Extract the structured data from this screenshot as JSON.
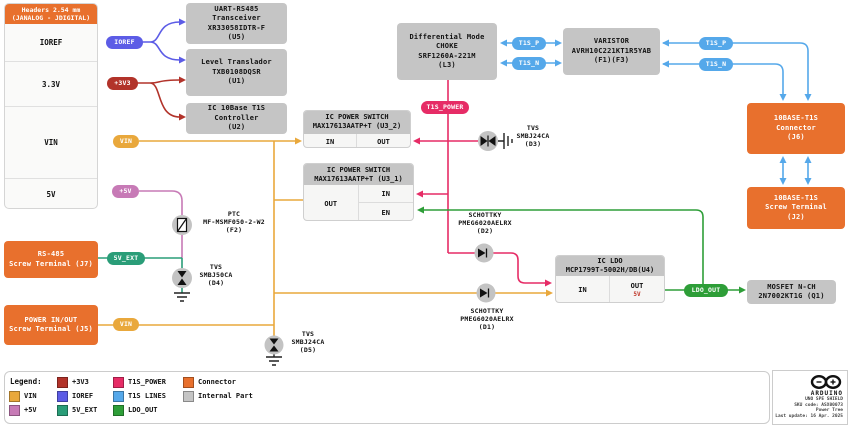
{
  "colors": {
    "connector_orange": "#E8702D",
    "internal_gray": "#C5C5C5",
    "p3v3": "#B2332A",
    "vin": "#E9A83C",
    "p5v": "#C77AB6",
    "ioref": "#5C5CE6",
    "sv_ext": "#2A9D78",
    "t1s_power": "#E62C66",
    "t1s_lines": "#55A8EA",
    "ldo_out": "#2E9E38"
  },
  "headers_block": {
    "title_line1": "Headers 2.54 mm",
    "title_line2": "(JANALOG - JDIGITAL)",
    "rows": [
      "IOREF",
      "3.3V",
      "VIN",
      "5V"
    ]
  },
  "connectors": {
    "j7": {
      "l1": "RS-485",
      "l2": "Screw Terminal (J7)"
    },
    "j5": {
      "l1": "POWER IN/OUT",
      "l2": "Screw Terminal (J5)"
    },
    "j6": {
      "l1": "10BASE-T1S",
      "l2": "Connector",
      "l3": "(J6)"
    },
    "j2": {
      "l1": "10BASE-T1S",
      "l2": "Screw Terminal",
      "l3": "(J2)"
    }
  },
  "parts": {
    "u5": {
      "l1": "UART-RS485",
      "l2": "Transceiver",
      "l3": "XR33058IDTR-F",
      "l4": "(U5)"
    },
    "u1": {
      "l1": "Level Translador",
      "l2": "TXB0108DQSR",
      "l3": "(U1)"
    },
    "u2": {
      "l1": "IC 10Base T1S",
      "l2": "Controller",
      "l3": "(U2)"
    },
    "l3": {
      "l1": "Differential Mode",
      "l2": "CHOKE",
      "l3": "SRF1260A-221M",
      "l4": "(L3)"
    },
    "varistor": {
      "l1": "VARISTOR",
      "l2": "AVRH10C221KT1R5YAB",
      "l3": "(F1)(F3)"
    },
    "q1": {
      "l1": "MOSFET N-CH",
      "l2": "2N7002KT1G (Q1)"
    },
    "u3_2": {
      "t1": "IC POWER SWITCH",
      "t2": "MAX17613AATP+T (U3_2)",
      "in": "IN",
      "out": "OUT"
    },
    "u3_1": {
      "t1": "IC POWER SWITCH",
      "t2": "MAX17613AATP+T (U3_1)",
      "out": "OUT",
      "in": "IN",
      "en": "EN"
    },
    "u4": {
      "t1": "IC LDO",
      "t2": "MCP1799T-5002H/DB(U4)",
      "in": "IN",
      "out": "OUT",
      "out_v": "5V"
    }
  },
  "components": {
    "f2": {
      "l1": "PTC",
      "l2": "MF-MSMF050-2-W2",
      "l3": "(F2)"
    },
    "d4": {
      "l1": "TVS",
      "l2": "SMBJ50CA",
      "l3": "(D4)"
    },
    "d5": {
      "l1": "TVS",
      "l2": "SMBJ24CA",
      "l3": "(D5)"
    },
    "d3": {
      "l1": "TVS",
      "l2": "SMBJ24CA",
      "l3": "(D3)"
    },
    "d2": {
      "l1": "SCHOTTKY",
      "l2": "PMEG6020AELRX",
      "l3": "(D2)"
    },
    "d1": {
      "l1": "SCHOTTKY",
      "l2": "PMEG6020AELRX",
      "l3": "(D1)"
    }
  },
  "pills": {
    "ioref": "IOREF",
    "p3v3": "+3V3",
    "vin_headers": "VIN",
    "p5v": "+5V",
    "sv_ext": "5V_EXT",
    "vin_j5": "VIN",
    "t1s_power": "T1S_POWER",
    "t1s_p_left": "T1S_P",
    "t1s_n_left": "T1S_N",
    "t1s_p_right": "T1S_P",
    "t1s_n_right": "T1S_N",
    "ldo_out": "LDO_OUT"
  },
  "legend": {
    "title": "Legend:",
    "items": [
      {
        "label": "+3V3",
        "color": "#B2332A"
      },
      {
        "label": "T1S_POWER",
        "color": "#E62C66"
      },
      {
        "label": "Connector",
        "color": "#E8702D"
      },
      {
        "label": "VIN",
        "color": "#E9A83C"
      },
      {
        "label": "IOREF",
        "color": "#5C5CE6"
      },
      {
        "label": "T1S LINES",
        "color": "#55A8EA"
      },
      {
        "label": "Internal Part",
        "color": "#C5C5C5"
      },
      {
        "label": "+5V",
        "color": "#C77AB6"
      },
      {
        "label": "5V_EXT",
        "color": "#2A9D78"
      },
      {
        "label": "LDO_OUT",
        "color": "#2E9E38"
      }
    ]
  },
  "footer": {
    "brand": "ARDUINO",
    "l1": "UNO SPE SHIELD",
    "l2": "SKU code: ASX00073",
    "l3": "Power Tree",
    "l4": "Last update: 16 Apr. 2025"
  }
}
